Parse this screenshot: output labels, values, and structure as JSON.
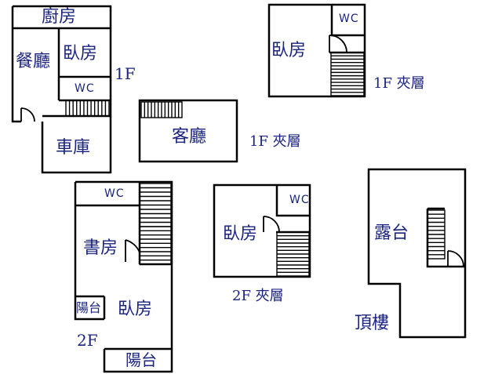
{
  "floor_labels": {
    "f1": "1F",
    "f1_mezz_a": "1F 夾層",
    "f1_mezz_b": "1F 夾層",
    "f2": "2F",
    "f2_mezz": "2F 夾層",
    "roof": "頂樓"
  },
  "rooms": {
    "kitchen": "廚房",
    "dining": "餐廳",
    "bedroom_1f": "臥房",
    "wc_1f": "WC",
    "garage": "車庫",
    "living": "客廳",
    "bedroom_1f_mezz": "臥房",
    "wc_1f_mezz": "WC",
    "wc_2f": "WC",
    "study": "書房",
    "balcony_2f_left": "陽台",
    "bedroom_2f": "臥房",
    "balcony_2f_bottom": "陽台",
    "bedroom_2f_mezz": "臥房",
    "wc_2f_mezz": "WC",
    "terrace": "露台"
  },
  "colors": {
    "line": "#000000",
    "text": "#1a237e",
    "background": "#ffffff"
  }
}
